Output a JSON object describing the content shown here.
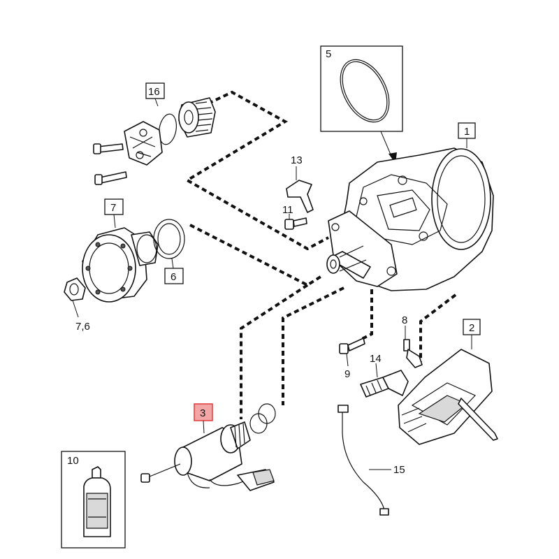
{
  "callouts": {
    "p1": "1",
    "p2": "2",
    "p3": "3",
    "p5": "5",
    "p6": "6",
    "p7": "7",
    "p7_6": "7,6",
    "p8": "8",
    "p9": "9",
    "p10": "10",
    "p11": "11",
    "p13": "13",
    "p14": "14",
    "p15": "15",
    "p16": "16"
  },
  "highlight": {
    "part": "3",
    "color": "#e23a3a"
  },
  "colors": {
    "ink": "#111111",
    "background": "#ffffff"
  }
}
